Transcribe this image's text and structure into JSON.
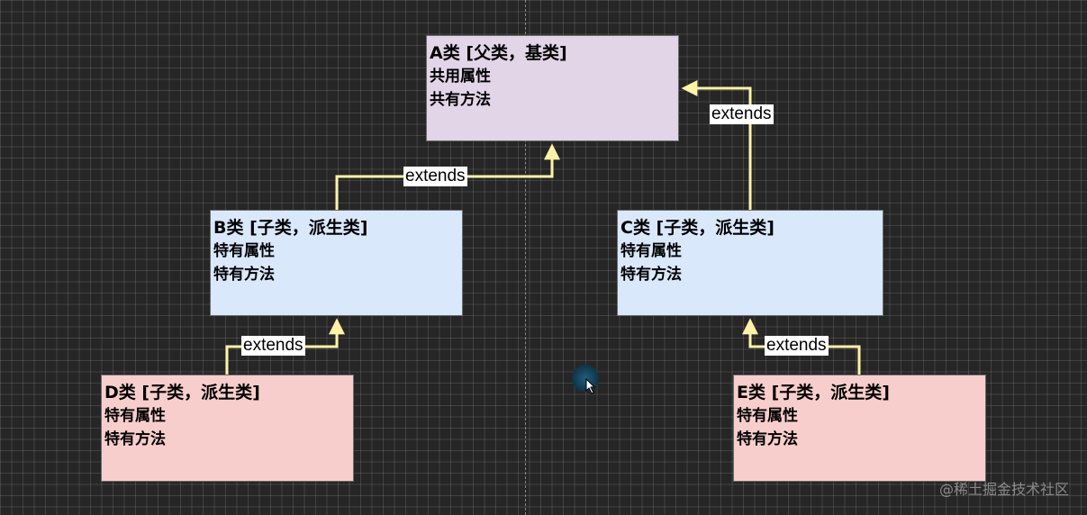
{
  "diagram": {
    "classes": {
      "a": {
        "title": "A类 [父类，基类]",
        "lines": [
          "共用属性",
          "共有方法"
        ]
      },
      "b": {
        "title": "B类 [子类，派生类]",
        "lines": [
          "特有属性",
          "特有方法"
        ]
      },
      "c": {
        "title": "C类 [子类，派生类]",
        "lines": [
          "特有属性",
          "特有方法"
        ]
      },
      "d": {
        "title": "D类 [子类，派生类]",
        "lines": [
          "特有属性",
          "特有方法"
        ]
      },
      "e": {
        "title": "E类 [子类，派生类]",
        "lines": [
          "特有属性",
          "特有方法"
        ]
      }
    },
    "edges": [
      {
        "from": "B",
        "to": "A",
        "label": "extends"
      },
      {
        "from": "C",
        "to": "A",
        "label": "extends"
      },
      {
        "from": "D",
        "to": "B",
        "label": "extends"
      },
      {
        "from": "E",
        "to": "C",
        "label": "extends"
      }
    ],
    "colors": {
      "base": "#e1d5e7",
      "child": "#dae8fc",
      "grandchild": "#f8cecc",
      "connector": "#fff2a8"
    }
  },
  "watermark": "@稀土掘金技术社区"
}
